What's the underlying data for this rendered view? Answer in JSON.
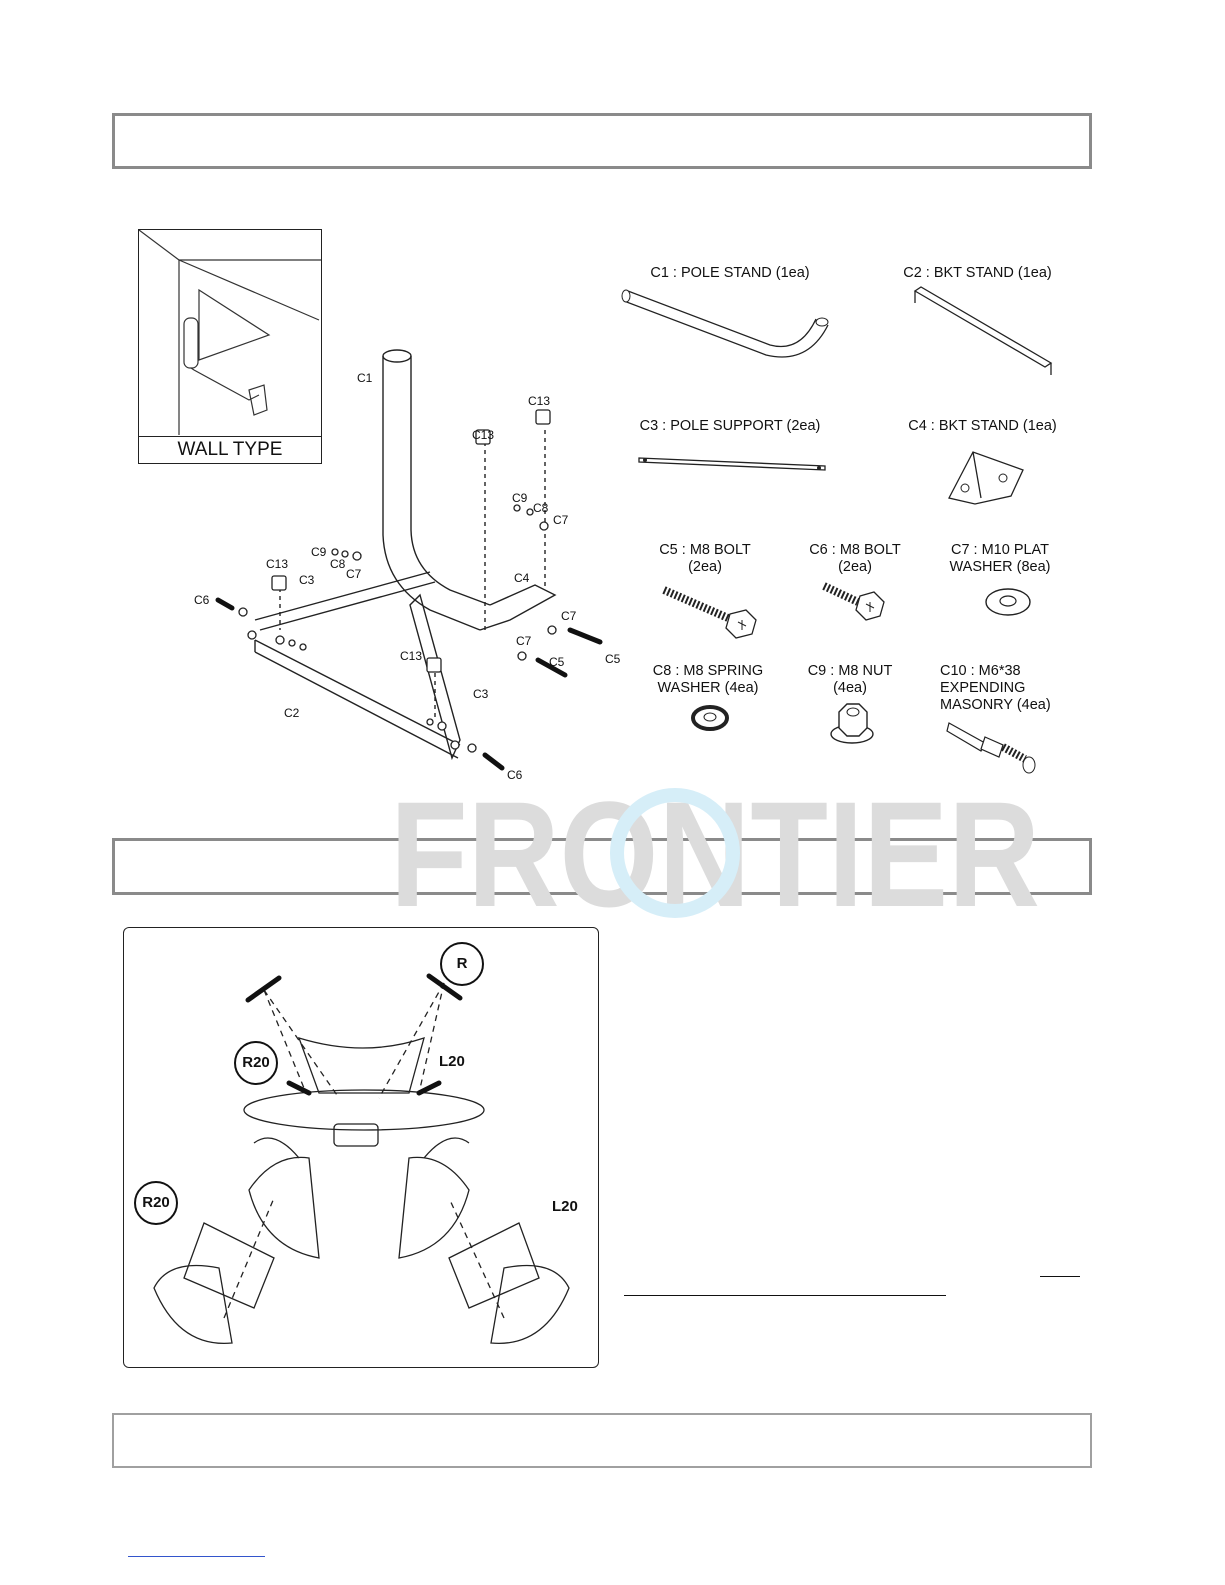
{
  "wall_type": {
    "label": "WALL TYPE"
  },
  "parts": [
    {
      "id": "C1",
      "text": "C1 : POLE STAND (1ea)"
    },
    {
      "id": "C2",
      "text": "C2 : BKT STAND (1ea)"
    },
    {
      "id": "C3",
      "text": "C3 : POLE SUPPORT (2ea)"
    },
    {
      "id": "C4",
      "text": "C4 : BKT STAND (1ea)"
    },
    {
      "id": "C5",
      "text": "C5 : M8 BOLT\n(2ea)"
    },
    {
      "id": "C6",
      "text": "C6 : M8 BOLT\n(2ea)"
    },
    {
      "id": "C7",
      "text": "C7 : M10 PLAT\nWASHER (8ea)"
    },
    {
      "id": "C8",
      "text": "C8 : M8 SPRING\nWASHER (4ea)"
    },
    {
      "id": "C9",
      "text": "C9 : M8 NUT\n(4ea)"
    },
    {
      "id": "C10",
      "text": "C10 : M6*38\nEXPENDING\nMASONRY (4ea)"
    }
  ],
  "callouts": {
    "c1": "C1",
    "c2": "C2",
    "c3a": "C3",
    "c3b": "C3",
    "c4": "C4",
    "c5a": "C5",
    "c5b": "C5",
    "c6a": "C6",
    "c6b": "C6",
    "c7a": "C7",
    "c7b": "C7",
    "c7c": "C7",
    "c7d": "C7",
    "c8a": "C8",
    "c8b": "C8",
    "c9a": "C9",
    "c9b": "C9",
    "c13a": "C13",
    "c13b": "C13",
    "c13c": "C13",
    "c13d": "C13"
  },
  "angle_labels": {
    "r": "R",
    "r20_top": "R20",
    "l20_top": "L20",
    "r20_bottom": "R20",
    "l20_bottom": "L20"
  },
  "watermark": {
    "text": "FRONTIER"
  },
  "colors": {
    "section_border": "#8a8a8a",
    "watermark": "#d6d6d6",
    "watermark_accent": "#d6eef8"
  }
}
